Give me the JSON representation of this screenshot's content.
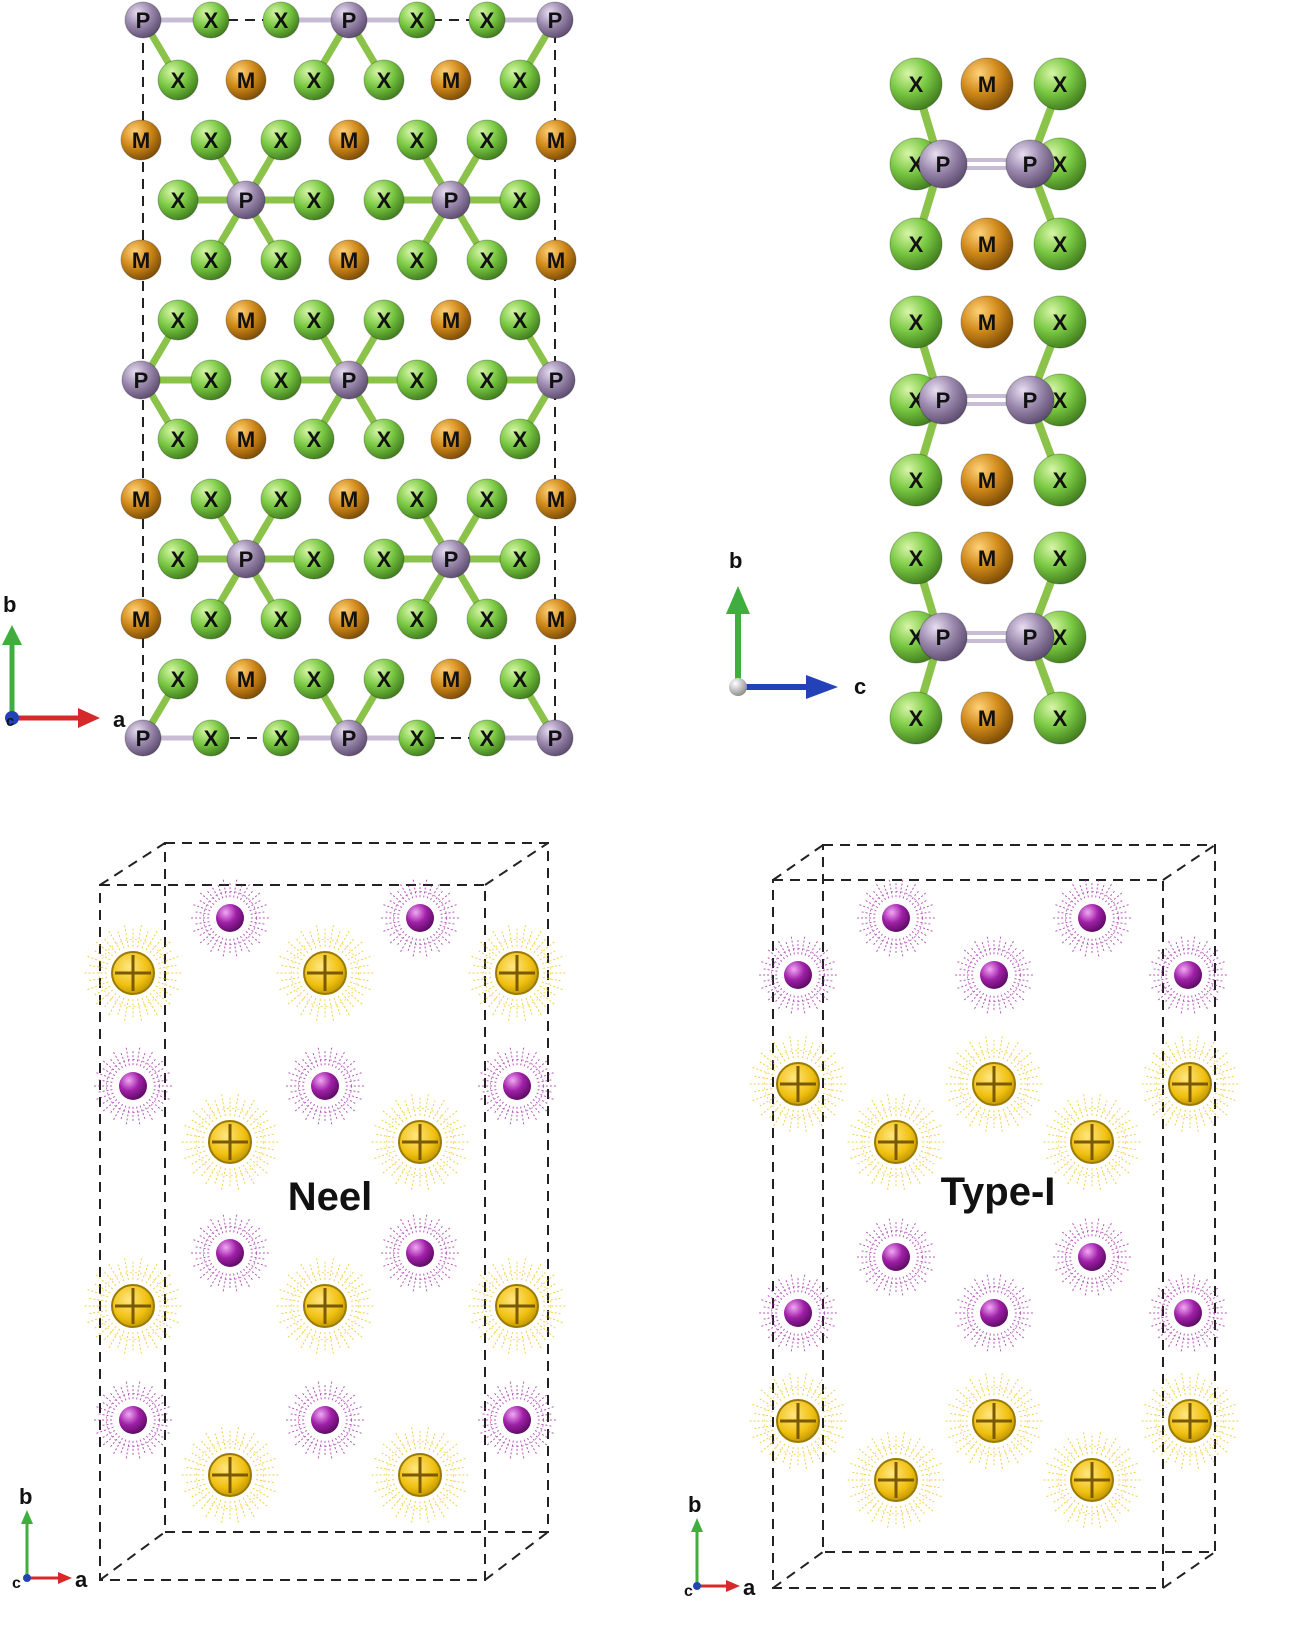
{
  "colors": {
    "X": "#7ac943",
    "M": "#d18a1a",
    "P": "#9a88ad",
    "bond_PX": "#8bc34a",
    "bond_PP": "#c7bcd3",
    "spin_down": "#a020a8",
    "spin_up": "#f0c010",
    "axis_a": "#d42a2a",
    "axis_b": "#3fae3f",
    "axis_c": "#2442b8"
  },
  "atom_labels": {
    "X": "X",
    "M": "M",
    "P": "P"
  },
  "axes": {
    "a": "a",
    "b": "b",
    "c": "c"
  },
  "panels": {
    "top_left": {
      "view": "c-axis (a–b plane)"
    },
    "top_right": {
      "view": "a-axis (b–c plane)"
    },
    "bottom_left": {
      "title": "Neel"
    },
    "bottom_right": {
      "title": "Type-I"
    }
  },
  "icons": {
    "spin_up_site": "circled-cross-icon",
    "spin_down_site": "dot-icon"
  }
}
